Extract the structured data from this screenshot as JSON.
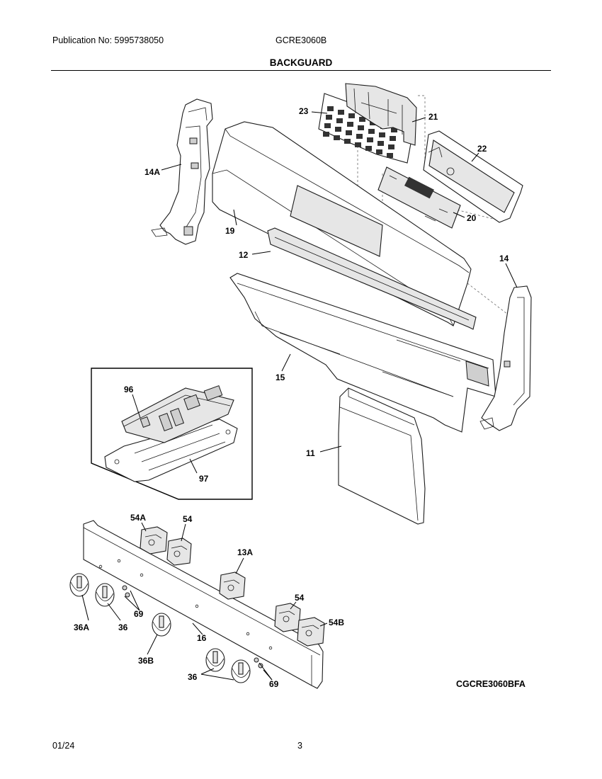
{
  "header": {
    "publication": "Publication No: 5995738050",
    "model": "GCRE3060B",
    "title": "BACKGUARD"
  },
  "footer": {
    "date": "01/24",
    "page": "3"
  },
  "figure_code": "CGCRE3060BFA",
  "callouts": {
    "p14A": "14A",
    "p23": "23",
    "p21": "21",
    "p22": "22",
    "p20": "20",
    "p19": "19",
    "p12": "12",
    "p14": "14",
    "p15": "15",
    "p96": "96",
    "p97": "97",
    "p11": "11",
    "p54A": "54A",
    "p54a": "54",
    "p13A": "13A",
    "p54b": "54",
    "p54B": "54B",
    "p36A": "36A",
    "p36a": "36",
    "p69a": "69",
    "p16": "16",
    "p36B": "36B",
    "p36b": "36",
    "p69b": "69"
  }
}
